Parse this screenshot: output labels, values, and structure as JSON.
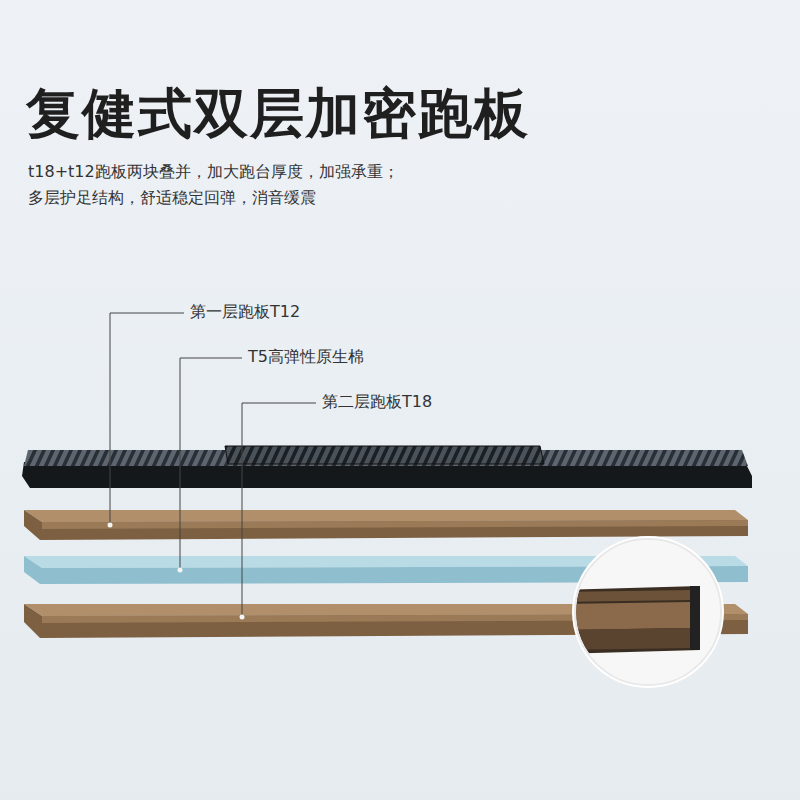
{
  "diagram": {
    "title": "复健式双层加密跑板",
    "labels": [
      "t18+t12跑板两块叠并，加大跑台厚度，加强承重；",
      "多层护足结构，舒适稳定回弹，消音缓震",
      "第一层跑板T12",
      "T5高弹性原生棉",
      "第二层跑板T18"
    ]
  }
}
